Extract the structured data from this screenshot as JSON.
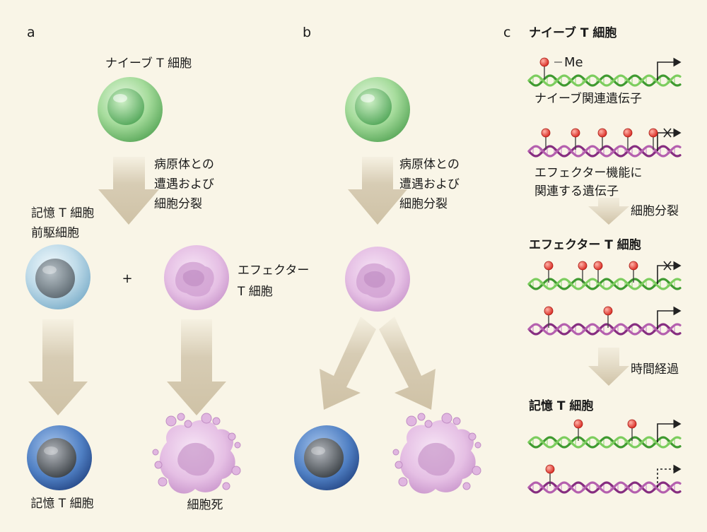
{
  "panels": {
    "a": "a",
    "b": "b",
    "c": "c"
  },
  "panel_a": {
    "naive_title": "ナイーブ T 細胞",
    "arrow_text": [
      "病原体との",
      "遭遇および",
      "細胞分裂"
    ],
    "precursor": [
      "記憶 T 細胞",
      "前駆細胞"
    ],
    "plus": "+",
    "effector": [
      "エフェクター",
      "T 細胞"
    ],
    "memory": "記憶 T 細胞",
    "death": "細胞死"
  },
  "panel_b": {
    "arrow_text": [
      "病原体との",
      "遭遇および",
      "細胞分裂"
    ]
  },
  "panel_c": {
    "naive_title": "ナイーブ T 細胞",
    "me": "Me",
    "naive_genes": "ナイーブ関連遺伝子",
    "effector_genes": [
      "エフェクター機能に",
      "関連する遺伝子"
    ],
    "division": "細胞分裂",
    "effector_title": "エフェクター T 細胞",
    "time": "時間経過",
    "memory_title": "記憶 T 細胞"
  },
  "colors": {
    "background": "#f9f5e7",
    "arrow": "#d7ccb4",
    "naive_cell": "#8fd08f",
    "precursor_cell": "#a9cde0",
    "effector_cell": "#e2b6e1",
    "memory_cell": "#3f6fb5",
    "dna_green": "#5cb845",
    "dna_purple": "#9c3a94",
    "methyl": "#e0322a"
  }
}
